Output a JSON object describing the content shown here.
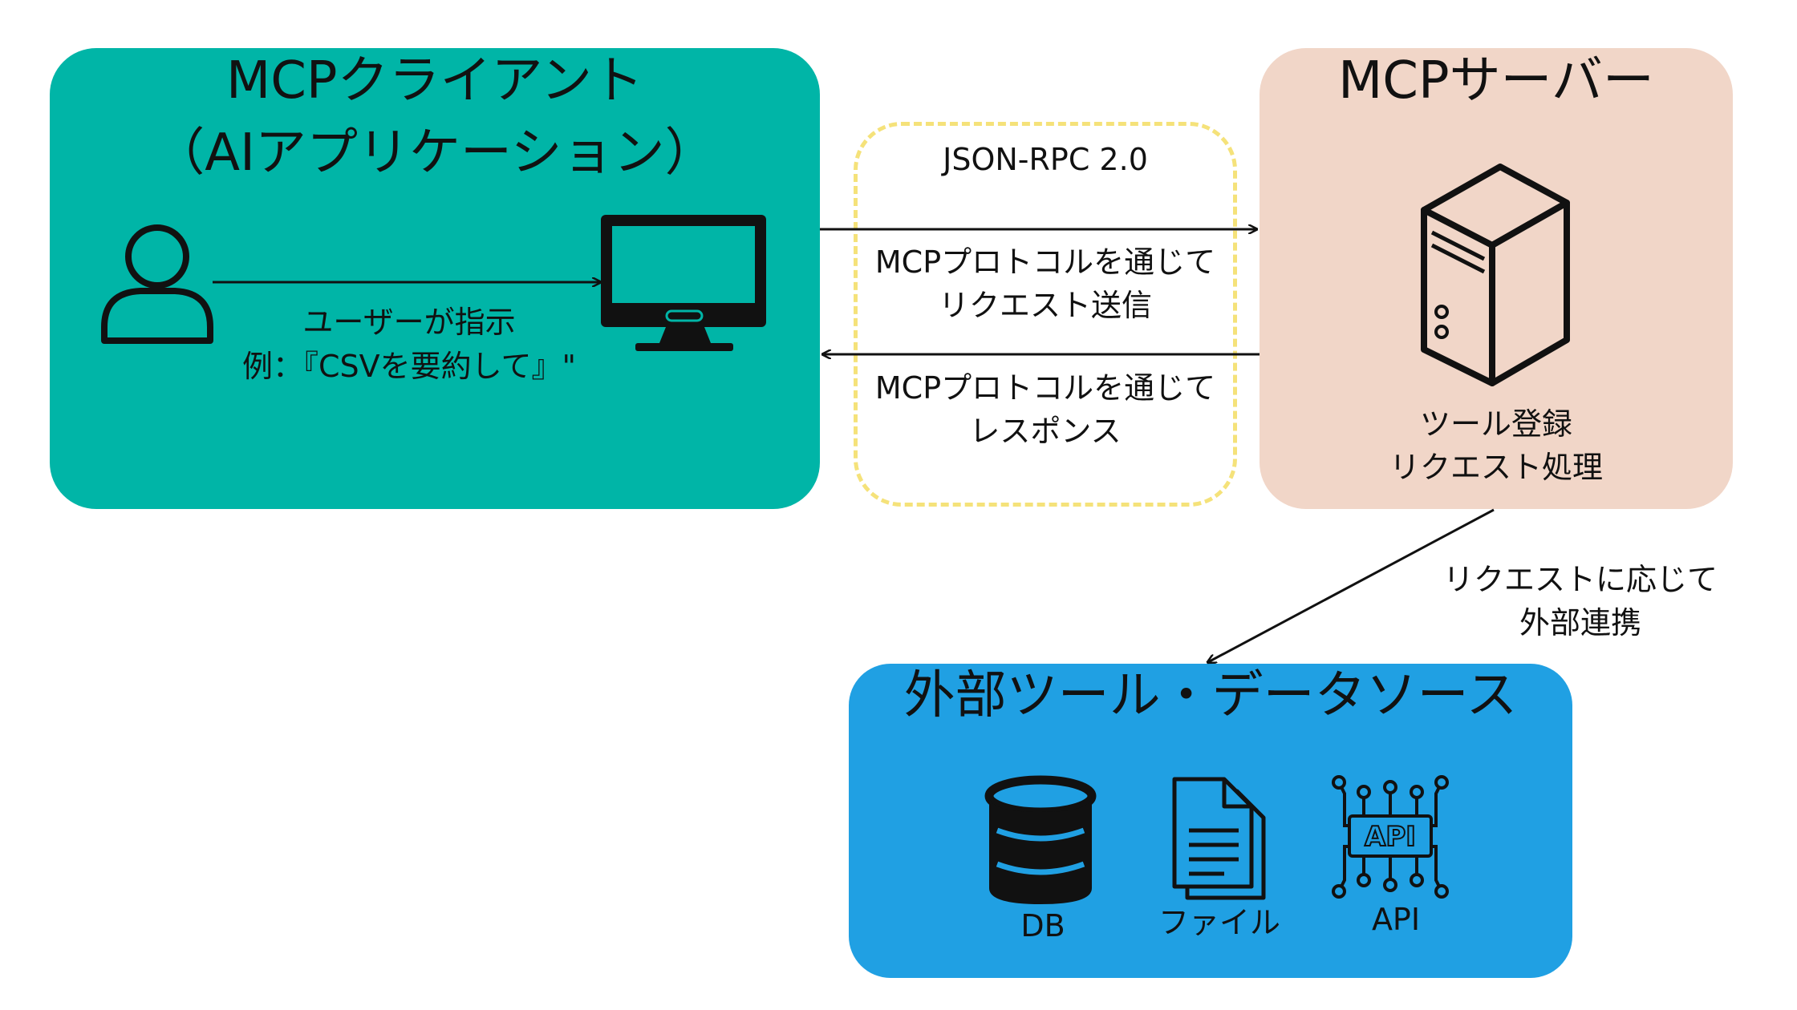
{
  "client": {
    "title": "MCPクライアント",
    "subtitle": "（AIアプリケーション）",
    "user_label_line1": "ユーザーが指示",
    "user_label_line2": "例：『CSVを要約して』\""
  },
  "rpc": {
    "protocol": "JSON-RPC 2.0",
    "request_line1": "MCPプロトコルを通じて",
    "request_line2": "リクエスト送信",
    "response_line1": "MCPプロトコルを通じて",
    "response_line2": "レスポンス"
  },
  "server": {
    "title": "MCPサーバー",
    "desc_line1": "ツール登録",
    "desc_line2": "リクエスト処理"
  },
  "link": {
    "line1": "リクエストに応じて",
    "line2": "外部連携"
  },
  "external": {
    "title": "外部ツール・データソース",
    "items": [
      {
        "label": "DB",
        "icon": "database-icon"
      },
      {
        "label": "ファイル",
        "icon": "file-icon"
      },
      {
        "label": "API",
        "icon": "api-chip-icon"
      }
    ]
  },
  "colors": {
    "client_bg": "#00b5a7",
    "server_bg": "#f1d6c8",
    "external_bg": "#20a0e3",
    "rpc_border": "#f5e27a"
  }
}
